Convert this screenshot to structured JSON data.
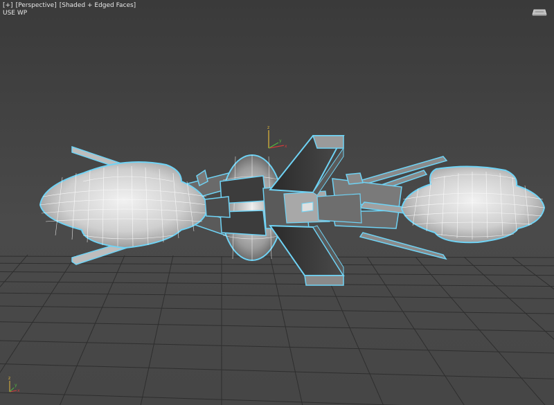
{
  "viewport": {
    "menu": {
      "plus": "[+]",
      "view": "[Perspective]",
      "shading": "[Shaded + Edged Faces]"
    },
    "secondary_label": "USE WP",
    "gizmo_labels": {
      "x": "x",
      "y": "y",
      "z": "z"
    },
    "colors": {
      "selection_outline": "#6fd3f5",
      "grid": "#2e2e2e",
      "mesh_fill": "#d8d8d8",
      "mesh_dark": "#3c3c3c",
      "axis_x": "#d23a3a",
      "axis_y": "#52b83e",
      "axis_z": "#e4b83a"
    }
  }
}
